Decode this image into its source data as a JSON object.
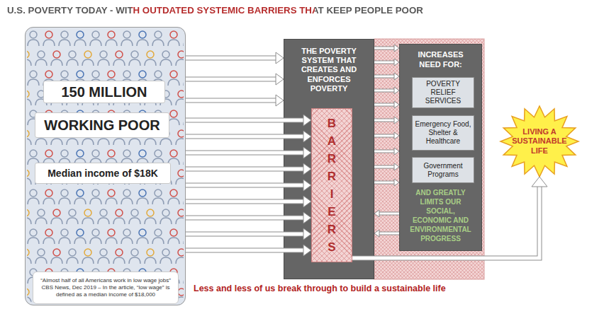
{
  "diagram": {
    "title": "U.S. POVERTY TODAY - WITH OUTDATED SYSTEMIC BARRIERS THAT KEEP PEOPLE POOR",
    "nodes": [
      {
        "text": []
      },
      {
        "text": [
          "150 MILLION"
        ],
        "in": 0
      },
      {
        "text": [
          "WORKING POOR"
        ],
        "in": 0
      },
      {
        "text": [
          "Median income of $18K"
        ],
        "in": 0
      },
      {
        "text": [
          "“Almost half of all Americans work in low wage jobs” CBS News, Dec 2019 – In the article, “low wage” is defined as a median income of $18,000"
        ],
        "in": 0
      },
      {
        "text": [
          "THE POVERTY SYSTEM THAT CREATES AND ENFORCES POVERTY"
        ]
      },
      {
        "text": [
          "B A R R I E R S"
        ],
        "in": 5
      },
      {
        "text": [
          "INCREASES NEED FOR:",
          "AND GREATLY LIMITS OUR SOCIAL, ECONOMIC AND ENVIRONMENTAL PROGRESS"
        ]
      },
      {
        "text": [
          "POVERTY RELIEF SERVICES"
        ],
        "in": 7
      },
      {
        "text": [
          "Emergency Food, Shelter & Healthcare"
        ],
        "in": 7
      },
      {
        "text": [
          "Government Programs"
        ],
        "in": 7
      },
      {
        "text": [
          "LIVING A SUSTAINABLE LIFE"
        ]
      }
    ],
    "edges": [
      {
        "from": 0,
        "to": 5,
        "arrow": "to"
      },
      {
        "from": 0,
        "to": 5,
        "arrow": "to"
      },
      {
        "from": 0,
        "to": 5,
        "arrow": "to"
      },
      {
        "from": 0,
        "to": 6,
        "arrow": "to"
      },
      {
        "from": 0,
        "to": 6,
        "arrow": "to"
      },
      {
        "from": 0,
        "to": 6,
        "arrow": "to"
      },
      {
        "from": 0,
        "to": 6,
        "arrow": "to"
      },
      {
        "from": 0,
        "to": 6,
        "arrow": "to"
      },
      {
        "from": 0,
        "to": 6,
        "arrow": "to"
      },
      {
        "from": 0,
        "to": 6,
        "arrow": "to"
      },
      {
        "from": 0,
        "to": 6,
        "arrow": "to"
      },
      {
        "from": 0,
        "to": 6,
        "arrow": "to"
      },
      {
        "from": 5,
        "to": 7,
        "arrow": "to"
      },
      {
        "from": 5,
        "to": 7,
        "arrow": "to"
      },
      {
        "from": 5,
        "to": 7,
        "arrow": "to"
      },
      {
        "from": 5,
        "to": 7,
        "arrow": "to"
      },
      {
        "from": 5,
        "to": 7,
        "arrow": "to"
      },
      {
        "from": 5,
        "to": 7,
        "arrow": "to"
      },
      {
        "from": 5,
        "to": 7,
        "arrow": "to"
      },
      {
        "from": 5,
        "to": 7,
        "arrow": "to"
      },
      {
        "from": 5,
        "to": 7,
        "arrow": "to"
      },
      {
        "from": 5,
        "to": 7,
        "arrow": "to"
      },
      {
        "from": 7,
        "to": 5,
        "arrow": "to"
      },
      {
        "from": 7,
        "to": 5,
        "arrow": "to"
      },
      {
        "from": 6,
        "to": 11,
        "arrow": "to"
      }
    ],
    "labels": [
      "Less and less of us break through to build a sustainable life"
    ]
  }
}
